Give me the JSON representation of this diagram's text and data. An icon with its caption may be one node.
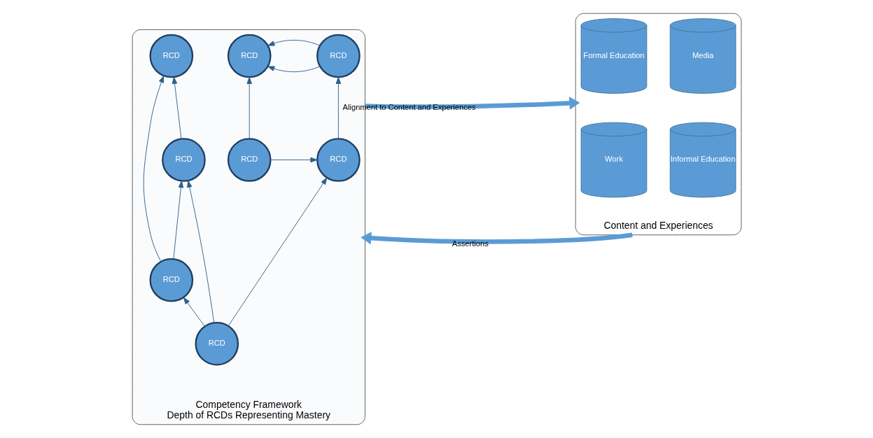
{
  "diagram": {
    "nodes": [
      {
        "text": [
          "Competency Framework",
          "Depth of RCDs Representing Mastery"
        ]
      },
      {
        "text": [
          "RCD"
        ],
        "in": 0
      },
      {
        "text": [
          "RCD"
        ],
        "in": 0
      },
      {
        "text": [
          "RCD"
        ],
        "in": 0
      },
      {
        "text": [
          "RCD"
        ],
        "in": 0
      },
      {
        "text": [
          "RCD"
        ],
        "in": 0
      },
      {
        "text": [
          "RCD"
        ],
        "in": 0
      },
      {
        "text": [
          "RCD"
        ],
        "in": 0
      },
      {
        "text": [
          "RCD"
        ],
        "in": 0
      },
      {
        "text": [
          "Content and Experiences"
        ]
      },
      {
        "text": [
          "Media"
        ],
        "in": 9
      },
      {
        "text": [
          "Formal Education"
        ],
        "in": 9
      },
      {
        "text": [
          "Informal Education"
        ],
        "in": 9
      },
      {
        "text": [
          "Work"
        ],
        "in": 9
      }
    ],
    "edges": [
      {
        "from": 2,
        "to": 1,
        "arrow": "to"
      },
      {
        "from": 5,
        "to": 1,
        "arrow": "to"
      },
      {
        "from": 2,
        "to": 5,
        "arrow": "to"
      },
      {
        "from": 3,
        "to": 4,
        "arrow": "to"
      },
      {
        "from": 3,
        "to": 4,
        "arrow": "to"
      },
      {
        "from": 8,
        "to": 5,
        "arrow": "to"
      },
      {
        "from": 8,
        "to": 2,
        "arrow": "to"
      },
      {
        "from": 8,
        "to": 6,
        "arrow": "to"
      },
      {
        "from": 6,
        "to": 3,
        "arrow": "to"
      },
      {
        "from": 7,
        "to": 6,
        "arrow": "to"
      },
      {
        "from": 7,
        "to": 4,
        "arrow": "to"
      },
      {
        "from": 0,
        "to": 9,
        "arrow": "to",
        "label": "Alignment to Content and Experiences",
        "style": "thick",
        "color": "#5b9bd5"
      },
      {
        "from": 9,
        "to": 0,
        "arrow": "to",
        "label": "Assertions",
        "style": "thick",
        "color": "#5b9bd5"
      }
    ]
  }
}
